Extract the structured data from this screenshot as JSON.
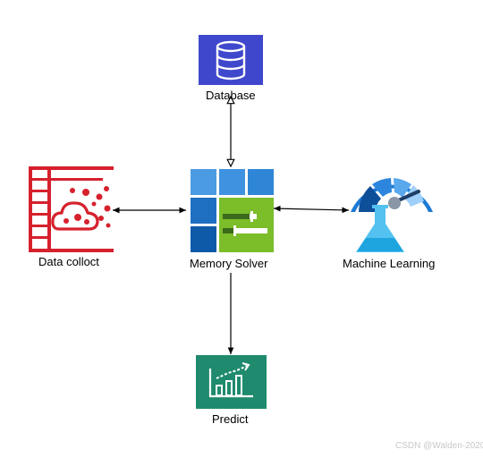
{
  "nodes": {
    "database": {
      "label": "Database",
      "icon": "database-icon",
      "color": "#3f48cc"
    },
    "data_collect": {
      "label": "Data colloct",
      "icon": "data-collection-icon",
      "color": "#d6212d"
    },
    "memory_solver": {
      "label": "Memory Solver",
      "icon": "memory-solver-icon",
      "color": "#2e8fd8"
    },
    "machine_learning": {
      "label": "Machine Learning",
      "icon": "machine-learning-icon",
      "color": "#1d7ad6"
    },
    "predict": {
      "label": "Predict",
      "icon": "predict-chart-icon",
      "color": "#1f8a6e"
    }
  },
  "edges": [
    {
      "from": "memory_solver",
      "to": "database",
      "direction": "both"
    },
    {
      "from": "memory_solver",
      "to": "data_collect",
      "direction": "both"
    },
    {
      "from": "memory_solver",
      "to": "machine_learning",
      "direction": "both"
    },
    {
      "from": "memory_solver",
      "to": "predict",
      "direction": "forward"
    }
  ],
  "watermark": "CSDN @Walden-2020"
}
